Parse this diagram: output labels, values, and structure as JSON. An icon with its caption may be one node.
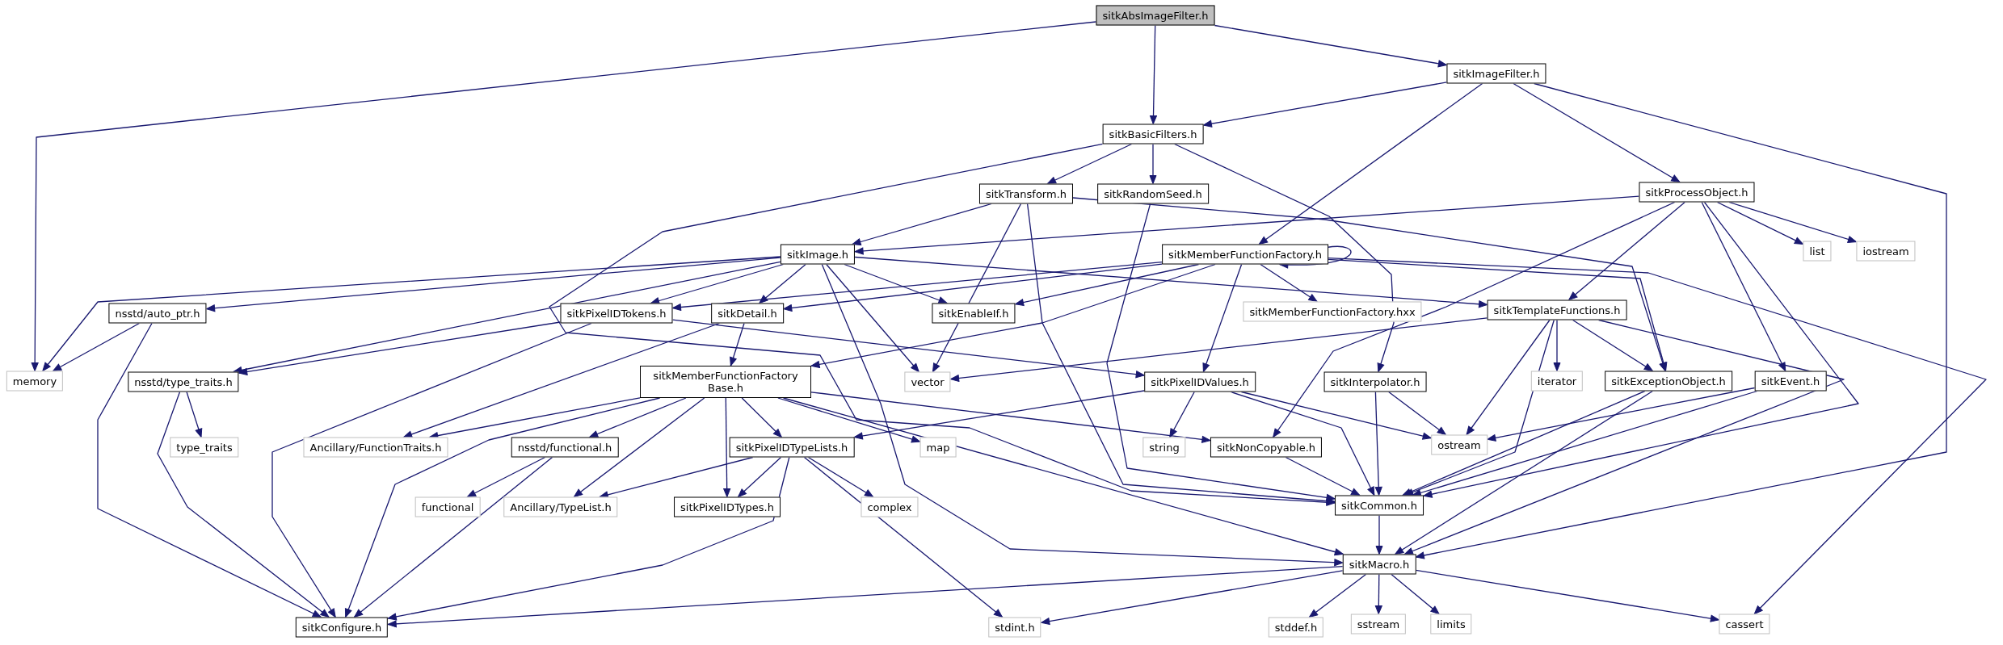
{
  "diagram": {
    "nodes": [
      {
        "text": [
          "sitkAbsImageFilter.h"
        ]
      },
      {
        "text": [
          "memory"
        ]
      },
      {
        "text": [
          "sitkImageFilter.h"
        ]
      },
      {
        "text": [
          "sitkBasicFilters.h"
        ]
      },
      {
        "text": [
          "sitkTransform.h"
        ]
      },
      {
        "text": [
          "sitkRandomSeed.h"
        ]
      },
      {
        "text": [
          "sitkProcessObject.h"
        ]
      },
      {
        "text": [
          "sitkImage.h"
        ]
      },
      {
        "text": [
          "sitkMemberFunctionFactory.h"
        ]
      },
      {
        "text": [
          "nsstd/auto_ptr.h"
        ]
      },
      {
        "text": [
          "sitkPixelIDTokens.h"
        ]
      },
      {
        "text": [
          "sitkDetail.h"
        ]
      },
      {
        "text": [
          "sitkEnableIf.h"
        ]
      },
      {
        "text": [
          "sitkMemberFunctionFactory.hxx"
        ]
      },
      {
        "text": [
          "sitkTemplateFunctions.h"
        ]
      },
      {
        "text": [
          "list"
        ]
      },
      {
        "text": [
          "iostream"
        ]
      },
      {
        "text": [
          "nsstd/type_traits.h"
        ]
      },
      {
        "text": [
          "sitkMemberFunctionFactory Base.h"
        ]
      },
      {
        "text": [
          "vector"
        ]
      },
      {
        "text": [
          "sitkPixelIDValues.h"
        ]
      },
      {
        "text": [
          "sitkInterpolator.h"
        ]
      },
      {
        "text": [
          "iterator"
        ]
      },
      {
        "text": [
          "sitkExceptionObject.h"
        ]
      },
      {
        "text": [
          "sitkEvent.h"
        ]
      },
      {
        "text": [
          "type_traits"
        ]
      },
      {
        "text": [
          "Ancillary/FunctionTraits.h"
        ]
      },
      {
        "text": [
          "nsstd/functional.h"
        ]
      },
      {
        "text": [
          "sitkPixelIDTypeLists.h"
        ]
      },
      {
        "text": [
          "map"
        ]
      },
      {
        "text": [
          "string"
        ]
      },
      {
        "text": [
          "sitkNonCopyable.h"
        ]
      },
      {
        "text": [
          "ostream"
        ]
      },
      {
        "text": [
          "functional"
        ]
      },
      {
        "text": [
          "Ancillary/TypeList.h"
        ]
      },
      {
        "text": [
          "sitkPixelIDTypes.h"
        ]
      },
      {
        "text": [
          "complex"
        ]
      },
      {
        "text": [
          "sitkCommon.h"
        ]
      },
      {
        "text": [
          "sitkMacro.h"
        ]
      },
      {
        "text": [
          "sitkConfigure.h"
        ]
      },
      {
        "text": [
          "stdint.h"
        ]
      },
      {
        "text": [
          "stddef.h"
        ]
      },
      {
        "text": [
          "sstream"
        ]
      },
      {
        "text": [
          "limits"
        ]
      },
      {
        "text": [
          "cassert"
        ]
      }
    ],
    "edges": [
      {
        "from": 0,
        "to": 1,
        "arrow": "to"
      },
      {
        "from": 0,
        "to": 3,
        "arrow": "to"
      },
      {
        "from": 0,
        "to": 2,
        "arrow": "to"
      },
      {
        "from": 2,
        "to": 3,
        "arrow": "to"
      },
      {
        "from": 2,
        "to": 8,
        "arrow": "to"
      },
      {
        "from": 2,
        "to": 6,
        "arrow": "to"
      },
      {
        "from": 2,
        "to": 38,
        "arrow": "to"
      },
      {
        "from": 3,
        "to": 4,
        "arrow": "to"
      },
      {
        "from": 3,
        "to": 5,
        "arrow": "to"
      },
      {
        "from": 3,
        "to": 21,
        "arrow": "to"
      },
      {
        "from": 3,
        "to": 37,
        "arrow": "to"
      },
      {
        "from": 4,
        "to": 7,
        "arrow": "to"
      },
      {
        "from": 4,
        "to": 19,
        "arrow": "to"
      },
      {
        "from": 4,
        "to": 37,
        "arrow": "to"
      },
      {
        "from": 4,
        "to": 23,
        "arrow": "to"
      },
      {
        "from": 5,
        "to": 37,
        "arrow": "to"
      },
      {
        "from": 6,
        "to": 7,
        "arrow": "to"
      },
      {
        "from": 6,
        "to": 31,
        "arrow": "to"
      },
      {
        "from": 6,
        "to": 14,
        "arrow": "to"
      },
      {
        "from": 6,
        "to": 24,
        "arrow": "to"
      },
      {
        "from": 6,
        "to": 37,
        "arrow": "to"
      },
      {
        "from": 6,
        "to": 15,
        "arrow": "to"
      },
      {
        "from": 6,
        "to": 16,
        "arrow": "to"
      },
      {
        "from": 7,
        "to": 1,
        "arrow": "to"
      },
      {
        "from": 7,
        "to": 9,
        "arrow": "to"
      },
      {
        "from": 7,
        "to": 10,
        "arrow": "to"
      },
      {
        "from": 7,
        "to": 11,
        "arrow": "to"
      },
      {
        "from": 7,
        "to": 12,
        "arrow": "to"
      },
      {
        "from": 7,
        "to": 19,
        "arrow": "to"
      },
      {
        "from": 7,
        "to": 38,
        "arrow": "to"
      },
      {
        "from": 7,
        "to": 14,
        "arrow": "to"
      },
      {
        "from": 7,
        "to": 17,
        "arrow": "to"
      },
      {
        "from": 8,
        "to": 8,
        "arrow": "to"
      },
      {
        "from": 8,
        "to": 10,
        "arrow": "to"
      },
      {
        "from": 8,
        "to": 11,
        "arrow": "to"
      },
      {
        "from": 8,
        "to": 12,
        "arrow": "to"
      },
      {
        "from": 8,
        "to": 13,
        "arrow": "to"
      },
      {
        "from": 8,
        "to": 18,
        "arrow": "to"
      },
      {
        "from": 8,
        "to": 20,
        "arrow": "to"
      },
      {
        "from": 8,
        "to": 23,
        "arrow": "to"
      },
      {
        "from": 8,
        "to": 44,
        "arrow": "to"
      },
      {
        "from": 9,
        "to": 1,
        "arrow": "to"
      },
      {
        "from": 9,
        "to": 39,
        "arrow": "to"
      },
      {
        "from": 10,
        "to": 17,
        "arrow": "to"
      },
      {
        "from": 10,
        "to": 39,
        "arrow": "to"
      },
      {
        "from": 10,
        "to": 20,
        "arrow": "to"
      },
      {
        "from": 11,
        "to": 18,
        "arrow": "to"
      },
      {
        "from": 11,
        "to": 26,
        "arrow": "to"
      },
      {
        "from": 14,
        "to": 19,
        "arrow": "to"
      },
      {
        "from": 14,
        "to": 32,
        "arrow": "to"
      },
      {
        "from": 14,
        "to": 22,
        "arrow": "to"
      },
      {
        "from": 14,
        "to": 23,
        "arrow": "to"
      },
      {
        "from": 14,
        "to": 37,
        "arrow": "to"
      },
      {
        "from": 14,
        "to": 38,
        "arrow": "to"
      },
      {
        "from": 17,
        "to": 25,
        "arrow": "to"
      },
      {
        "from": 17,
        "to": 39,
        "arrow": "to"
      },
      {
        "from": 18,
        "to": 26,
        "arrow": "to"
      },
      {
        "from": 18,
        "to": 27,
        "arrow": "to"
      },
      {
        "from": 18,
        "to": 28,
        "arrow": "to"
      },
      {
        "from": 18,
        "to": 34,
        "arrow": "to"
      },
      {
        "from": 18,
        "to": 35,
        "arrow": "to"
      },
      {
        "from": 18,
        "to": 29,
        "arrow": "to"
      },
      {
        "from": 18,
        "to": 31,
        "arrow": "to"
      },
      {
        "from": 18,
        "to": 38,
        "arrow": "to"
      },
      {
        "from": 18,
        "to": 39,
        "arrow": "to"
      },
      {
        "from": 20,
        "to": 28,
        "arrow": "to"
      },
      {
        "from": 20,
        "to": 30,
        "arrow": "to"
      },
      {
        "from": 20,
        "to": 32,
        "arrow": "to"
      },
      {
        "from": 20,
        "to": 37,
        "arrow": "to"
      },
      {
        "from": 21,
        "to": 32,
        "arrow": "to"
      },
      {
        "from": 21,
        "to": 37,
        "arrow": "to"
      },
      {
        "from": 23,
        "to": 37,
        "arrow": "to"
      },
      {
        "from": 23,
        "to": 38,
        "arrow": "to"
      },
      {
        "from": 24,
        "to": 32,
        "arrow": "to"
      },
      {
        "from": 24,
        "to": 37,
        "arrow": "to"
      },
      {
        "from": 27,
        "to": 33,
        "arrow": "to"
      },
      {
        "from": 27,
        "to": 39,
        "arrow": "to"
      },
      {
        "from": 28,
        "to": 34,
        "arrow": "to"
      },
      {
        "from": 28,
        "to": 35,
        "arrow": "to"
      },
      {
        "from": 28,
        "to": 36,
        "arrow": "to"
      },
      {
        "from": 28,
        "to": 40,
        "arrow": "to"
      },
      {
        "from": 28,
        "to": 39,
        "arrow": "to"
      },
      {
        "from": 31,
        "to": 37,
        "arrow": "to"
      },
      {
        "from": 37,
        "to": 38,
        "arrow": "to"
      },
      {
        "from": 38,
        "to": 39,
        "arrow": "to"
      },
      {
        "from": 38,
        "to": 40,
        "arrow": "to"
      },
      {
        "from": 38,
        "to": 41,
        "arrow": "to"
      },
      {
        "from": 38,
        "to": 42,
        "arrow": "to"
      },
      {
        "from": 38,
        "to": 43,
        "arrow": "to"
      },
      {
        "from": 38,
        "to": 44,
        "arrow": "to"
      }
    ]
  }
}
